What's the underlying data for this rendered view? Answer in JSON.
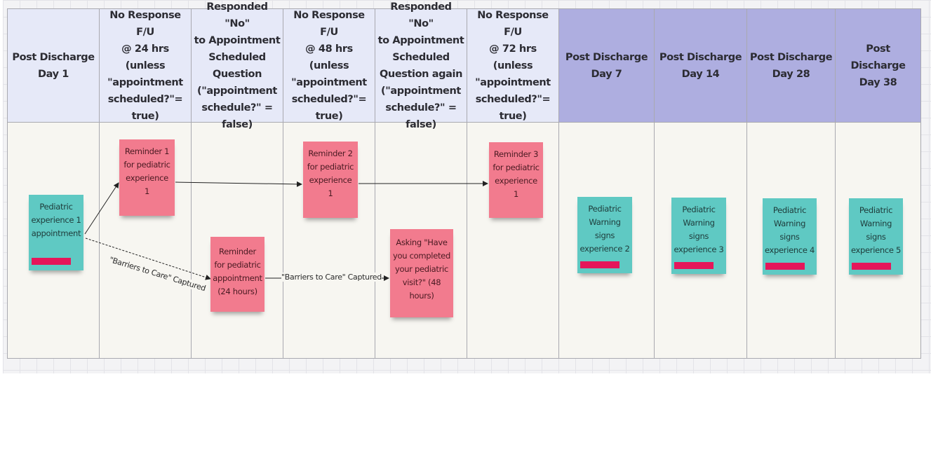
{
  "columns": [
    {
      "label": "Post Discharge\nDay 1"
    },
    {
      "label": "No Response F/U\n@ 24 hrs (unless\n\"appointment\nscheduled?\"= true)"
    },
    {
      "label": "Responded \"No\"\nto Appointment\nScheduled\nQuestion\n(\"appointment\nschedule?\" = false)"
    },
    {
      "label": "No Response F/U\n@ 48 hrs (unless\n\"appointment\nscheduled?\"= true)"
    },
    {
      "label": "Responded \"No\"\nto Appointment\nScheduled\nQuestion again\n(\"appointment\nschedule?\" = false)"
    },
    {
      "label": "No Response F/U\n@ 72 hrs (unless\n\"appointment\nscheduled?\"= true)"
    },
    {
      "label": "Post Discharge\nDay 7"
    },
    {
      "label": "Post Discharge\nDay 14"
    },
    {
      "label": "Post Discharge\nDay 28"
    },
    {
      "label": "Post Discharge\nDay 38"
    }
  ],
  "notes": {
    "appointment": "Pediatric\nexperience 1\nappointment",
    "reminder1": "Reminder 1\nfor pediatric\nexperience\n1",
    "reminder_24h": "Reminder\nfor pediatric\nappointment\n(24 hours)",
    "reminder2": "Reminder 2\nfor pediatric\nexperience\n1",
    "asking_48h": "Asking \"Have\nyou completed\nyour pediatric\nvisit?\" (48\nhours)",
    "reminder3": "Reminder 3\nfor pediatric\nexperience\n1",
    "warning2": "Pediatric\nWarning\nsigns\nexperience 2",
    "warning3": "Pediatric\nWarning\nsigns\nexperience 3",
    "warning4": "Pediatric\nWarning\nsigns\nexperience 4",
    "warning5": "Pediatric\nWarning\nsigns\nexperience 5"
  },
  "edge_labels": {
    "barriers_1": "\"Barriers to Care\" Captured",
    "barriers_2": "\"Barriers to Care\" Captured"
  },
  "colors": {
    "header_light": "#e6e9f8",
    "header_dark": "#aeaee0",
    "note_pink": "#f27b8e",
    "note_teal": "#5fc9c3",
    "tag_magenta": "#e5165a"
  }
}
